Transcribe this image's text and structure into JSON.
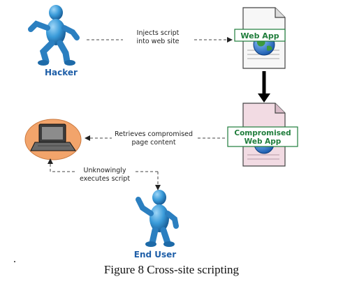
{
  "diagram": {
    "actors": {
      "hacker": {
        "label": "Hacker"
      },
      "end_user": {
        "label": "End User"
      }
    },
    "documents": {
      "web_app": {
        "title": "Web App"
      },
      "compromised": {
        "title_line1": "Compromised",
        "title_line2": "Web App"
      }
    },
    "edges": {
      "inject": {
        "line1": "Injects script",
        "line2": "into web site"
      },
      "retrieve": {
        "line1": "Retrieves compromised",
        "line2": "page content"
      },
      "execute": {
        "line1": "Unknowingly",
        "line2": "executes script"
      }
    },
    "colors": {
      "figure_blue": "#3a9bd9",
      "label_blue": "#1f5fa8",
      "title_green": "#1f7d3b",
      "doc_white": "#f7f7f7",
      "doc_pink": "#f2dbe3"
    }
  },
  "caption": "Figure 8 Cross-site scripting",
  "stray_mark": "."
}
